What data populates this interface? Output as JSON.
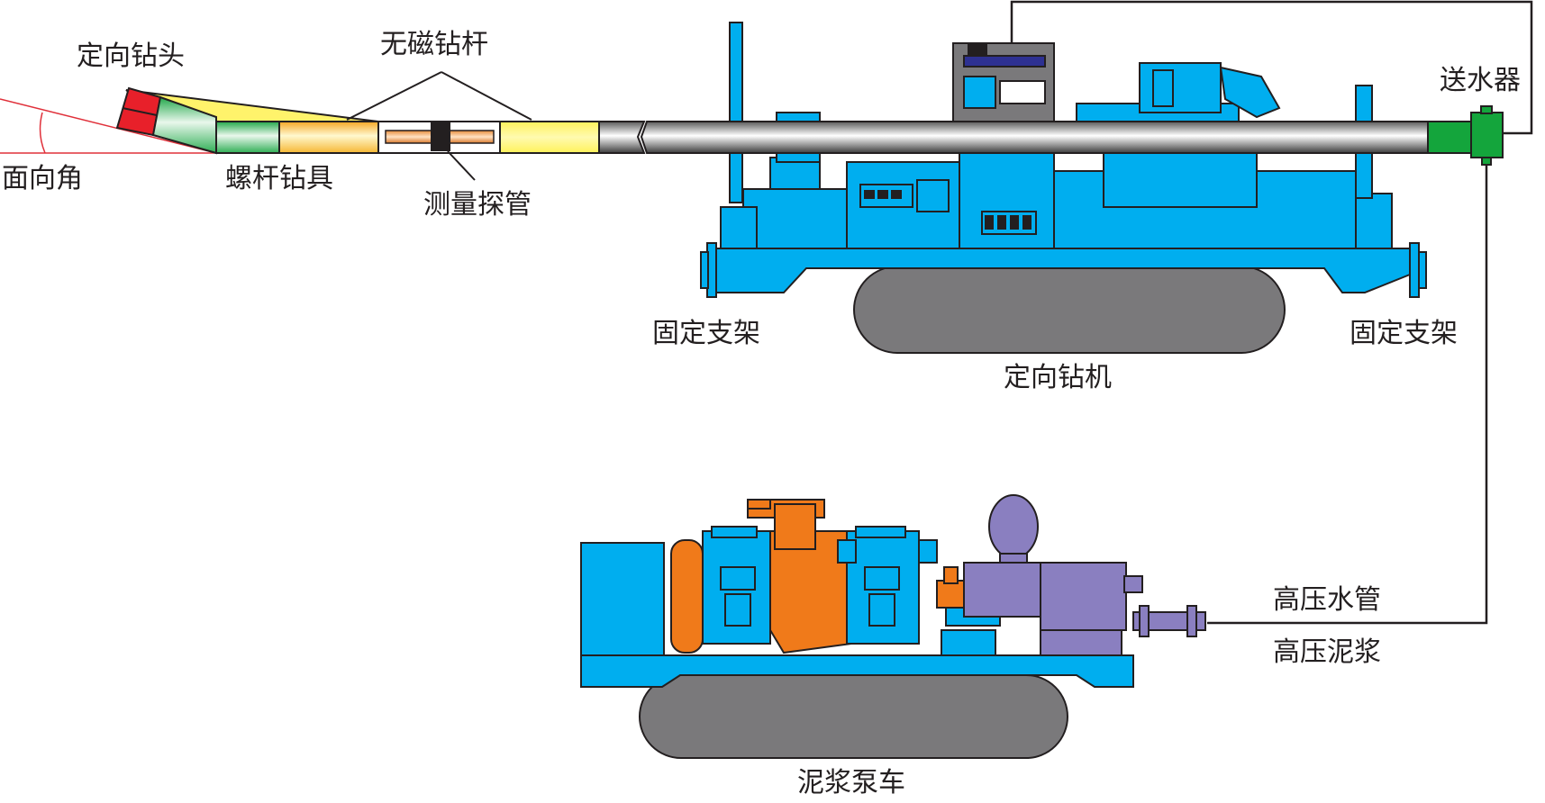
{
  "labels": {
    "bit": "定向钻头",
    "nonmag": "无磁钻杆",
    "face_angle": "面向角",
    "screw": "螺杆钻具",
    "probe": "测量探管",
    "swivel": "送水器",
    "bracket_left": "固定支架",
    "bracket_right": "固定支架",
    "rig": "定向钻机",
    "hp_water": "高压水管",
    "hp_mud": "高压泥浆",
    "pump_truck": "泥浆泵车"
  },
  "colors": {
    "machine_blue": "#00aeef",
    "pump_orange": "#f07a1a",
    "purple": "#8a7fc0",
    "track_gray": "#7a797b",
    "swivel_green": "#14a53c",
    "bit_red": "#e8202a",
    "yellow": "#fff36b",
    "outline": "#231f20",
    "angle_line": "#e0303a"
  }
}
